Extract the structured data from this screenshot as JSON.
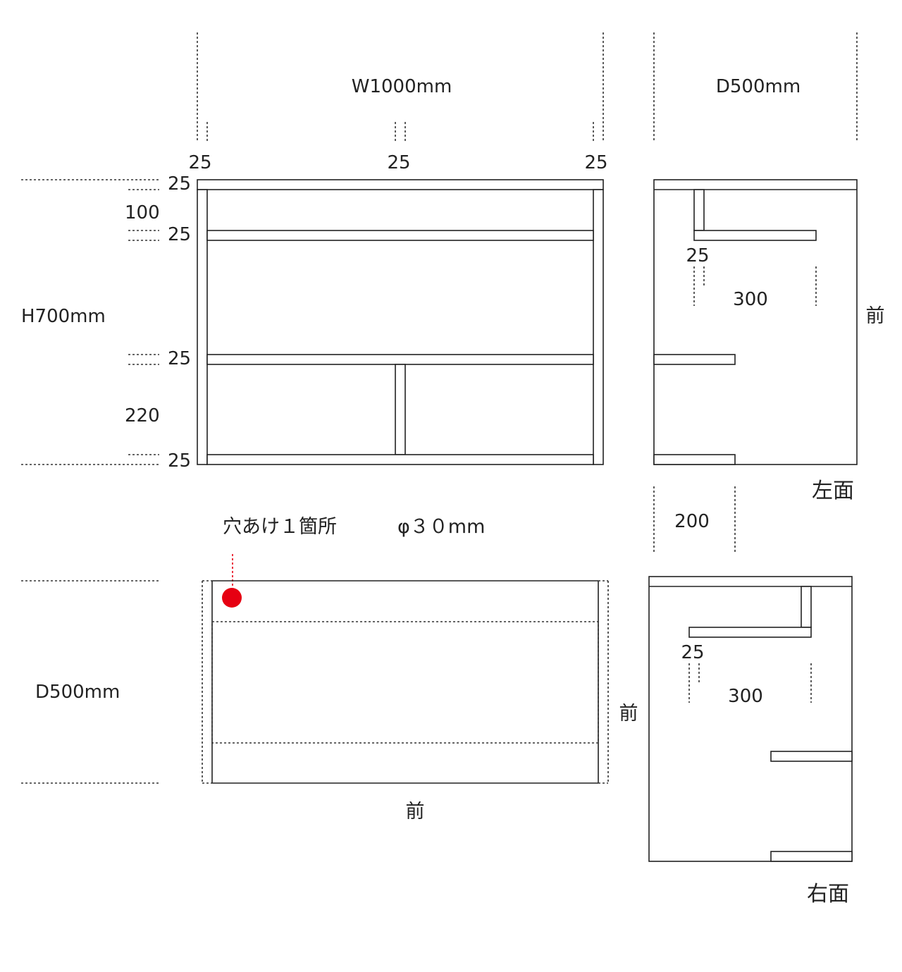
{
  "front_view": {
    "width_label": "W1000mm",
    "height_label": "H700mm",
    "thickness_labels": [
      "25",
      "25",
      "25"
    ],
    "row_labels": {
      "top_board": "25",
      "upper_gap": "100",
      "upper_shelf": "25",
      "middle_shelf": "25",
      "lower_gap": "220",
      "bottom_board": "25"
    }
  },
  "left_side": {
    "depth_label": "D500mm",
    "thickness_label": "25",
    "span_label": "300",
    "front_label": "前",
    "title": "左面",
    "shelf_depth_label": "200"
  },
  "top_view": {
    "hole_note": "穴あけ１箇所",
    "hole_size": "φ３０mm",
    "depth_label": "D500mm",
    "front_label_right": "前",
    "front_label_bottom": "前",
    "hole_color": "#e60012"
  },
  "right_side": {
    "thickness_label": "25",
    "span_label": "300",
    "title": "右面"
  },
  "colors": {
    "line": "#222222",
    "hole": "#e60012",
    "background": "#ffffff"
  }
}
